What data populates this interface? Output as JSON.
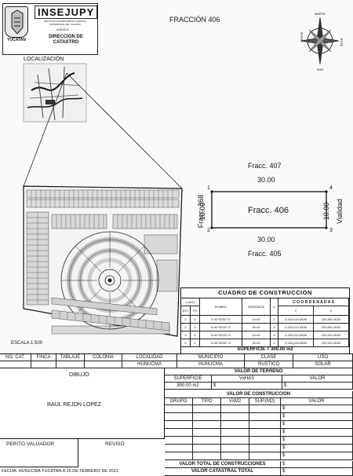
{
  "header": {
    "org": "INSEJUPY",
    "org_sub": "INSTITUTO DE SEGURIDAD JURIDICA PATRIMONIAL DE YUCATAN",
    "agency_small": "AGENCIA",
    "dept": "DIRECCION DE CATASTRO",
    "state": "YUCATAN",
    "title": "FRACCIÓN 406"
  },
  "compass": {
    "n": "NORTE",
    "s": "SUR",
    "e": "ESTE",
    "w": "OESTE"
  },
  "localizacion": "LOCALIZACIÓN",
  "escala": "ESCALA 1:500",
  "lot": {
    "north_label": "Fracc. 407",
    "south_label": "Fracc. 405",
    "west_label": "Fracc. 368",
    "east_label": "Vialidad",
    "center_label": "Fracc. 406",
    "top_dim": "30.00",
    "bottom_dim": "30.00",
    "left_dim": "10.00",
    "right_dim": "10.00",
    "v1": "1",
    "v2": "2",
    "v3": "3",
    "v4": "4"
  },
  "cuadro": {
    "title": "CUADRO DE CONSTRUCCION",
    "h_lado": "LADO",
    "h_est": "EST",
    "h_pv": "PV",
    "h_rumbo": "RUMBO",
    "h_distancia": "DISTANCIA",
    "h_v": "V",
    "h_coordenadas": "C O O R D E N A D A S",
    "h_y": "Y",
    "h_x": "X",
    "rows": [
      [
        "1",
        "2",
        "S 00°00'00\" E",
        "10.00",
        "2",
        "2,333,424.3526",
        "232,891.5020"
      ],
      [
        "2",
        "3",
        "N 90°00'00\" E",
        "30.00",
        "3",
        "2,333,414.3526",
        "232,891.5020"
      ],
      [
        "3",
        "4",
        "N 00°00'00\" E",
        "10.00",
        "4",
        "2,333,414.3526",
        "232,921.5020"
      ],
      [
        "4",
        "1",
        "N 90°00'00\" O",
        "30.00",
        "1",
        "2,333,424.3526",
        "232,921.5020"
      ]
    ],
    "superficie": "SUPERFICIE = 300.00 m2"
  },
  "info_row": {
    "headers": [
      "NO. CAT.",
      "FINCA",
      "TABLAJE",
      "COLONIA",
      "LOCALIDAD",
      "MUNICIPIO",
      "CLASE",
      "USO"
    ],
    "values": [
      "",
      "",
      "",
      "",
      "HUNUCMA",
      "HUNUCMA",
      "RUSTICO",
      "SOLAR"
    ]
  },
  "dibujo": "DIBUJÓ",
  "dibujante": "RAUL REJON LOPEZ",
  "perito": "PERITO VALUADOR",
  "reviso": "REVISÓ",
  "fecha": "FECHA: HUNUCMA YUCATAN A 15 DE FEBRERO DE 2021",
  "terreno": {
    "title": "VALOR DE TERRENO",
    "h_superficie": "SUPERFICIE",
    "h_vxhas": "VxHAS",
    "h_valor": "VALOR",
    "superficie": "300.00 m2",
    "vxhas": "$",
    "valor": "$"
  },
  "construccion": {
    "title": "VALOR DE CONSTRUCCIÓN",
    "headers": [
      "GRUPO",
      "TIPO",
      "VxM2",
      "SUP.(M2)",
      "VALOR"
    ],
    "currency": "$"
  },
  "totales": {
    "construcciones": "VALOR TOTAL DE CONSTRUCCIONES",
    "catastral": "VALOR CATASTRAL TOTAL",
    "currency": "$"
  }
}
